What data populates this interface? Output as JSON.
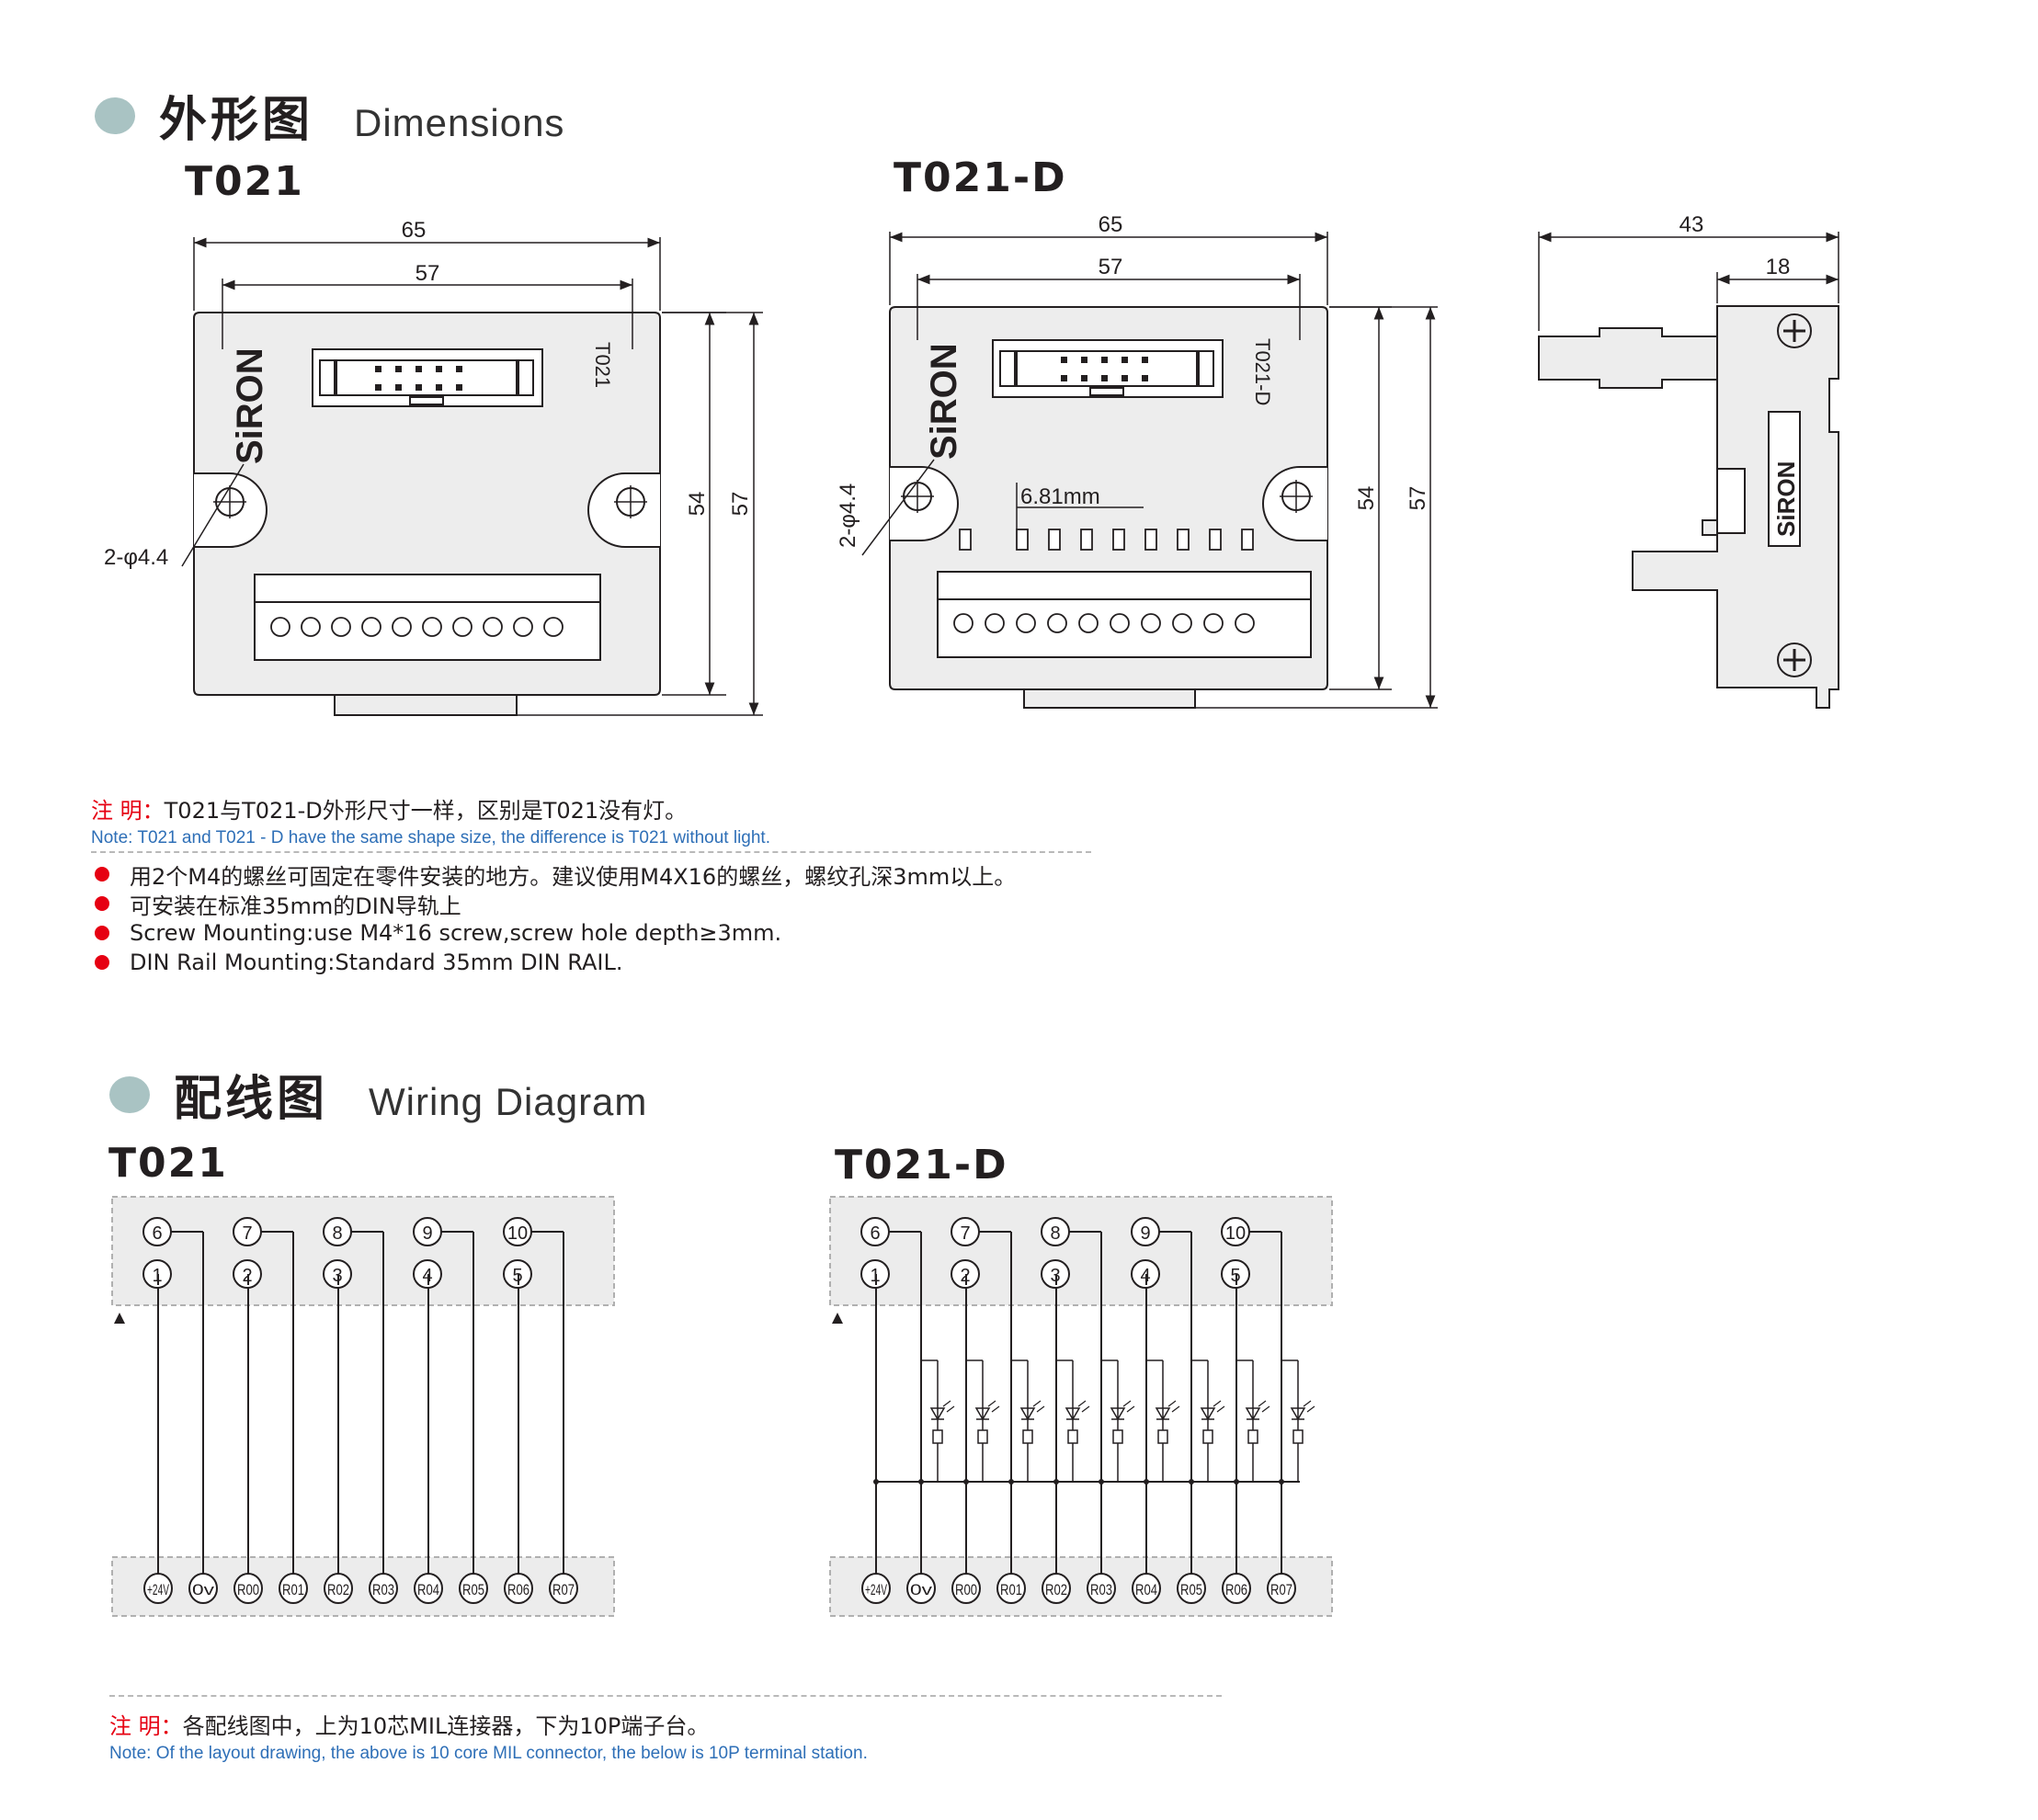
{
  "dimensions": {
    "title_cn": "外形图",
    "title_en": "Dimensions",
    "model_left": "T021",
    "model_right": "T021-D",
    "dims": {
      "width_outer": "65",
      "width_inner": "57",
      "height_inner": "54",
      "height_outer": "57",
      "side_depth": "43",
      "side_rail": "18",
      "hole": "2-φ4.4",
      "led_offset": "6.81mm"
    },
    "device_label_left": "T021",
    "device_label_right": "T021-D",
    "brand": "SiRON",
    "note": {
      "label": "注 明：",
      "text_cn": "T021与T021-D外形尺寸一样，区别是T021没有灯。",
      "text_en": "Note: T021 and T021 - D have the same shape size, the difference is T021 without light."
    },
    "bullets": [
      "用2个M4的螺丝可固定在零件安装的地方。建议使用M4X16的螺丝，螺纹孔深3mm以上。",
      "可安装在标准35mm的DIN导轨上",
      "Screw Mounting:use M4*16 screw,screw hole depth≥3mm.",
      "DIN Rail Mounting:Standard 35mm DIN RAIL."
    ]
  },
  "wiring": {
    "title_cn": "配线图",
    "title_en": "Wiring Diagram",
    "model_left": "T021",
    "model_right": "T021-D",
    "pins_top": [
      "6",
      "7",
      "8",
      "9",
      "10"
    ],
    "pins_bottom": [
      "1",
      "2",
      "3",
      "4",
      "5"
    ],
    "terminals": [
      "+24V",
      "0v",
      "R00",
      "R01",
      "R02",
      "R03",
      "R04",
      "R05",
      "R06",
      "R07"
    ],
    "note": {
      "label": "注 明：",
      "text_cn": "各配线图中，上为10芯MIL连接器，下为10P端子台。",
      "text_en": "Note: Of the layout drawing,  the above is 10 core MIL connector, the below is 10P terminal station."
    }
  },
  "colors": {
    "accent": "#e60012",
    "note_blue": "#2e6fb7",
    "bullet_teal": "#a9c3c3"
  }
}
